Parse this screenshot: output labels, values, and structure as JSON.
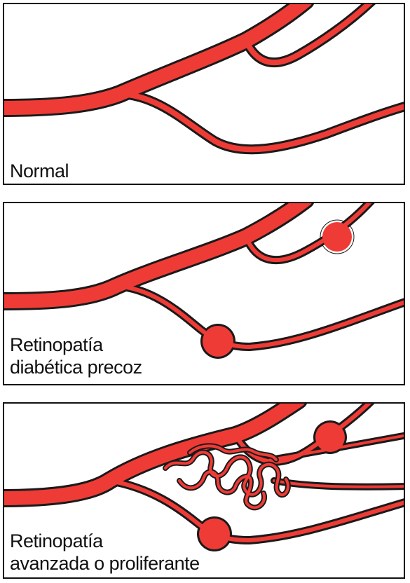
{
  "colors": {
    "vessel": "#ef3b36",
    "outline": "#1a1a1a",
    "border": "#111111",
    "background": "#ffffff"
  },
  "panels": [
    {
      "id": "normal",
      "caption": [
        "Normal"
      ]
    },
    {
      "id": "early",
      "caption": [
        "Retinopatía",
        "diabética precoz"
      ]
    },
    {
      "id": "advanced",
      "caption": [
        "Retinopatía",
        "avanzada o proliferante"
      ]
    }
  ]
}
